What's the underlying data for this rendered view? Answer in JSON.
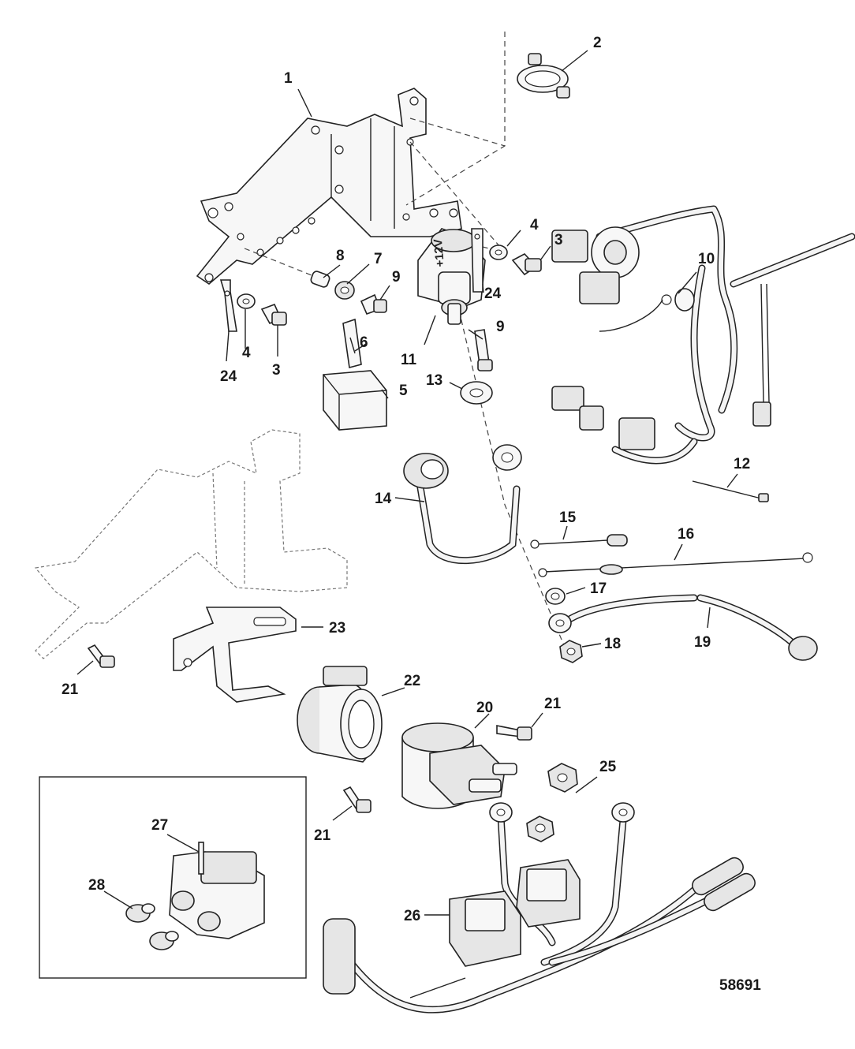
{
  "callouts": [
    {
      "id": "c1",
      "label": "1"
    },
    {
      "id": "c2",
      "label": "2"
    },
    {
      "id": "c3a",
      "label": "3"
    },
    {
      "id": "c3b",
      "label": "3"
    },
    {
      "id": "c4a",
      "label": "4"
    },
    {
      "id": "c4b",
      "label": "4"
    },
    {
      "id": "c5",
      "label": "5"
    },
    {
      "id": "c6",
      "label": "6"
    },
    {
      "id": "c7",
      "label": "7"
    },
    {
      "id": "c8",
      "label": "8"
    },
    {
      "id": "c9a",
      "label": "9"
    },
    {
      "id": "c9b",
      "label": "9"
    },
    {
      "id": "c10",
      "label": "10"
    },
    {
      "id": "c11",
      "label": "11"
    },
    {
      "id": "c12",
      "label": "12"
    },
    {
      "id": "c13",
      "label": "13"
    },
    {
      "id": "c14",
      "label": "14"
    },
    {
      "id": "c15",
      "label": "15"
    },
    {
      "id": "c16",
      "label": "16"
    },
    {
      "id": "c17",
      "label": "17"
    },
    {
      "id": "c18",
      "label": "18"
    },
    {
      "id": "c19",
      "label": "19"
    },
    {
      "id": "c20",
      "label": "20"
    },
    {
      "id": "c21a",
      "label": "21"
    },
    {
      "id": "c21b",
      "label": "21"
    },
    {
      "id": "c21c",
      "label": "21"
    },
    {
      "id": "c22",
      "label": "22"
    },
    {
      "id": "c23",
      "label": "23"
    },
    {
      "id": "c24a",
      "label": "24"
    },
    {
      "id": "c24b",
      "label": "24"
    },
    {
      "id": "c25",
      "label": "25"
    },
    {
      "id": "c26",
      "label": "26"
    },
    {
      "id": "c27",
      "label": "27"
    },
    {
      "id": "c28",
      "label": "28"
    }
  ],
  "figure_number": "58691",
  "part_stamp": "+12V"
}
